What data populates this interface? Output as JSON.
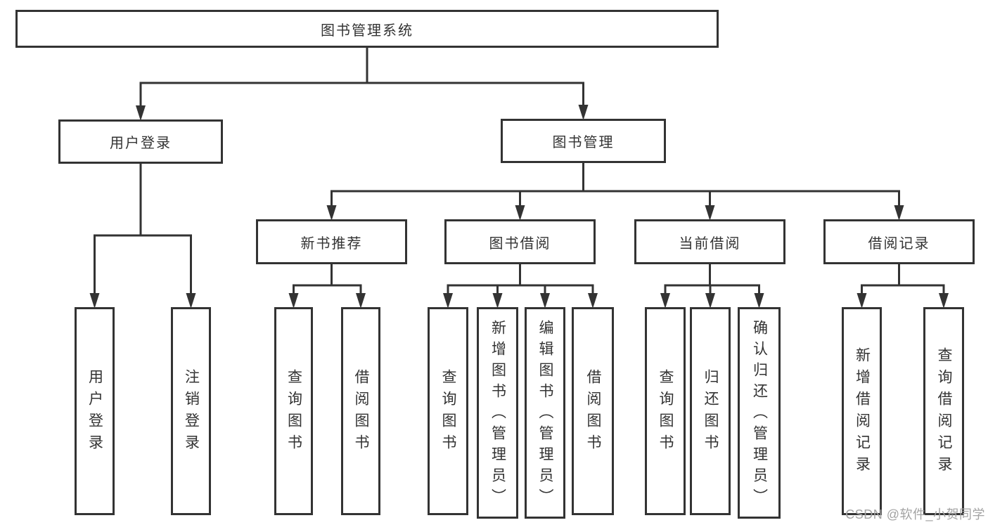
{
  "diagram": {
    "title": "图书管理系统"
  },
  "nodes": [
    {
      "id": "root",
      "label": "图书管理系统"
    },
    {
      "id": "user-login",
      "label": "用户登录"
    },
    {
      "id": "book-mgmt",
      "label": "图书管理"
    },
    {
      "id": "leaf-user-login",
      "label": "用户登录"
    },
    {
      "id": "leaf-logout",
      "label": "注销登录"
    },
    {
      "id": "new-book-rec",
      "label": "新书推荐"
    },
    {
      "id": "book-borrow",
      "label": "图书借阅"
    },
    {
      "id": "current-borrow",
      "label": "当前借阅"
    },
    {
      "id": "borrow-records",
      "label": "借阅记录"
    },
    {
      "id": "nbr-query",
      "label": "查询图书"
    },
    {
      "id": "nbr-borrow",
      "label": "借阅图书"
    },
    {
      "id": "bb-query",
      "label": "查询图书"
    },
    {
      "id": "bb-add",
      "label": "新增图书（管理员）"
    },
    {
      "id": "bb-edit",
      "label": "编辑图书（管理员）"
    },
    {
      "id": "bb-borrow",
      "label": "借阅图书"
    },
    {
      "id": "cb-query",
      "label": "查询图书"
    },
    {
      "id": "cb-return",
      "label": "归还图书"
    },
    {
      "id": "cb-confirm",
      "label": "确认归还（管理员）"
    },
    {
      "id": "br-add",
      "label": "新增借阅记录"
    },
    {
      "id": "br-query",
      "label": "查询借阅记录"
    }
  ],
  "watermark": "CSDN @软件_小贺同学",
  "colors": {
    "line": "#333333",
    "text": "#333333",
    "box_bg": "#ffffff",
    "watermark": "#a3a3a3"
  }
}
